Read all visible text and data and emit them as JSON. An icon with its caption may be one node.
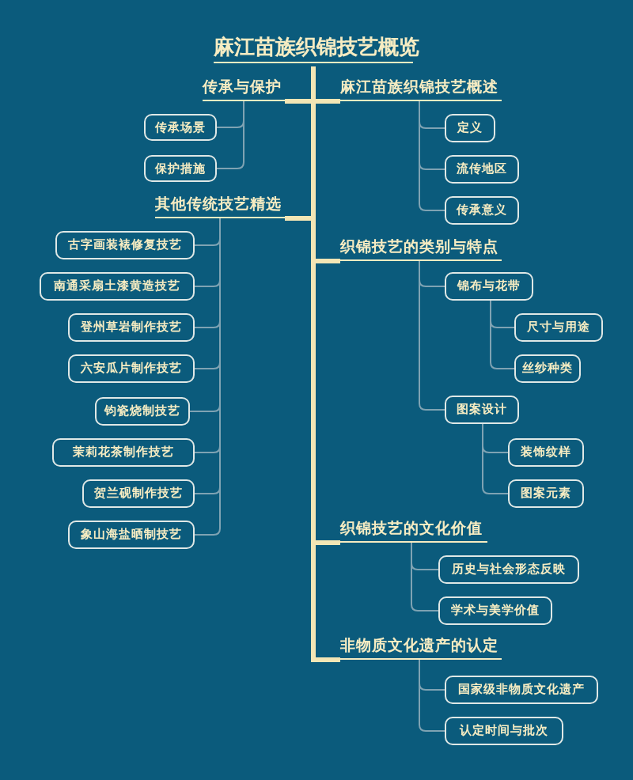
{
  "diagram": {
    "title": "麻江苗族织锦技艺概览",
    "nodes": [
      {
        "text": [
          "传承与保护"
        ]
      },
      {
        "text": [
          "传承场景"
        ]
      },
      {
        "text": [
          "保护措施"
        ]
      },
      {
        "text": [
          "其他传统技艺精选"
        ]
      },
      {
        "text": [
          "古字画装裱修复技艺"
        ]
      },
      {
        "text": [
          "南通采扇土漆黄造技艺"
        ]
      },
      {
        "text": [
          "登州草岩制作技艺"
        ]
      },
      {
        "text": [
          "六安瓜片制作技艺"
        ]
      },
      {
        "text": [
          "钧瓷烧制技艺"
        ]
      },
      {
        "text": [
          "茉莉花茶制作技艺"
        ]
      },
      {
        "text": [
          "贺兰砚制作技艺"
        ]
      },
      {
        "text": [
          "象山海盐晒制技艺"
        ]
      },
      {
        "text": [
          "麻江苗族织锦技艺概述"
        ]
      },
      {
        "text": [
          "定义"
        ]
      },
      {
        "text": [
          "流传地区"
        ]
      },
      {
        "text": [
          "传承意义"
        ]
      },
      {
        "text": [
          "织锦技艺的类别与特点"
        ]
      },
      {
        "text": [
          "锦布与花带"
        ]
      },
      {
        "text": [
          "尺寸与用途"
        ]
      },
      {
        "text": [
          "丝纱种类"
        ]
      },
      {
        "text": [
          "图案设计"
        ]
      },
      {
        "text": [
          "装饰纹样"
        ]
      },
      {
        "text": [
          "图案元素"
        ]
      },
      {
        "text": [
          "织锦技艺的文化价值"
        ]
      },
      {
        "text": [
          "历史与社会形态反映"
        ]
      },
      {
        "text": [
          "学术与美学价值"
        ]
      },
      {
        "text": [
          "非物质文化遗产的认定"
        ]
      },
      {
        "text": [
          "国家级非物质文化遗产"
        ]
      },
      {
        "text": [
          "认定时间与批次"
        ]
      }
    ],
    "edges": [
      {
        "from": null,
        "to": 0,
        "arrow": "none",
        "style": "thick",
        "color": "#f3e6b5"
      },
      {
        "from": 0,
        "to": 1,
        "arrow": "none"
      },
      {
        "from": 0,
        "to": 2,
        "arrow": "none"
      },
      {
        "from": null,
        "to": 3,
        "arrow": "none",
        "style": "thick",
        "color": "#f3e6b5"
      },
      {
        "from": 3,
        "to": 4,
        "arrow": "none"
      },
      {
        "from": 3,
        "to": 5,
        "arrow": "none"
      },
      {
        "from": 3,
        "to": 6,
        "arrow": "none"
      },
      {
        "from": 3,
        "to": 7,
        "arrow": "none"
      },
      {
        "from": 3,
        "to": 8,
        "arrow": "none"
      },
      {
        "from": 3,
        "to": 9,
        "arrow": "none"
      },
      {
        "from": 3,
        "to": 10,
        "arrow": "none"
      },
      {
        "from": 3,
        "to": 11,
        "arrow": "none"
      },
      {
        "from": null,
        "to": 12,
        "arrow": "none",
        "style": "thick",
        "color": "#f3e6b5"
      },
      {
        "from": 12,
        "to": 13,
        "arrow": "none"
      },
      {
        "from": 12,
        "to": 14,
        "arrow": "none"
      },
      {
        "from": 12,
        "to": 15,
        "arrow": "none"
      },
      {
        "from": null,
        "to": 16,
        "arrow": "none",
        "style": "thick",
        "color": "#f3e6b5"
      },
      {
        "from": 16,
        "to": 17,
        "arrow": "none"
      },
      {
        "from": 17,
        "to": 18,
        "arrow": "none"
      },
      {
        "from": 17,
        "to": 19,
        "arrow": "none"
      },
      {
        "from": 16,
        "to": 20,
        "arrow": "none"
      },
      {
        "from": 20,
        "to": 21,
        "arrow": "none"
      },
      {
        "from": 20,
        "to": 22,
        "arrow": "none"
      },
      {
        "from": null,
        "to": 23,
        "arrow": "none",
        "style": "thick",
        "color": "#f3e6b5"
      },
      {
        "from": 23,
        "to": 24,
        "arrow": "none"
      },
      {
        "from": 23,
        "to": 25,
        "arrow": "none"
      },
      {
        "from": null,
        "to": 26,
        "arrow": "none",
        "style": "thick",
        "color": "#f3e6b5"
      },
      {
        "from": 26,
        "to": 27,
        "arrow": "none"
      },
      {
        "from": 26,
        "to": 28,
        "arrow": "none"
      }
    ]
  }
}
